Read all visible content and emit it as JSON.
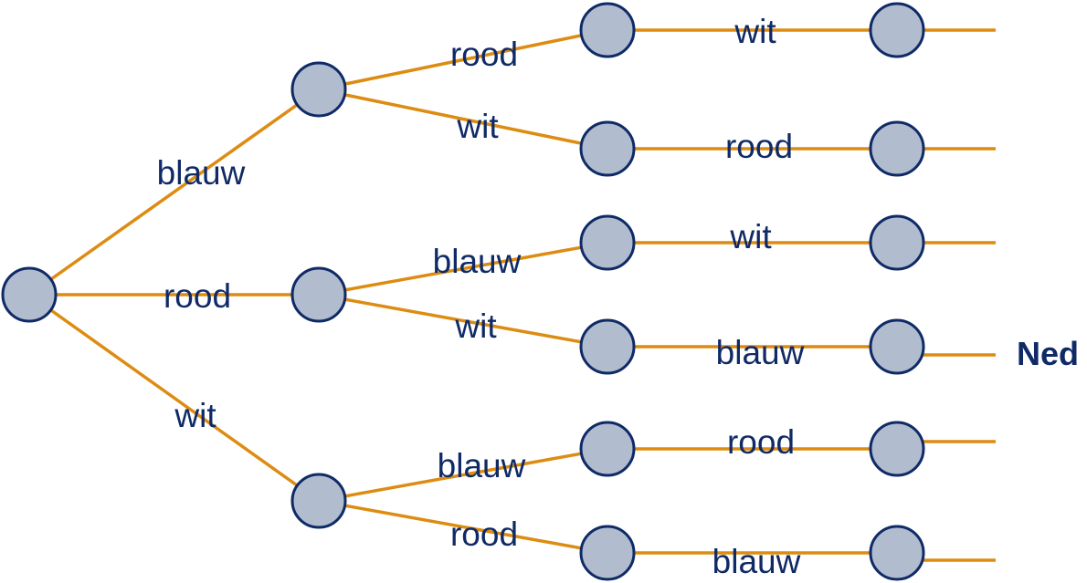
{
  "tree": {
    "level1": [
      {
        "label": "blauw"
      },
      {
        "label": "rood"
      },
      {
        "label": "wit"
      }
    ],
    "level2": [
      {
        "label": "rood"
      },
      {
        "label": "wit"
      },
      {
        "label": "blauw"
      },
      {
        "label": "wit"
      },
      {
        "label": "blauw"
      },
      {
        "label": "rood"
      }
    ],
    "level3": [
      {
        "label": "wit"
      },
      {
        "label": "rood"
      },
      {
        "label": "wit"
      },
      {
        "label": "blauw"
      },
      {
        "label": "rood"
      },
      {
        "label": "blauw"
      }
    ],
    "result_label": "Ned"
  },
  "colors": {
    "edge": "#dd8c12",
    "node_fill": "#b1bccf",
    "node_stroke": "#0f2a66",
    "text": "#0f2a66"
  }
}
